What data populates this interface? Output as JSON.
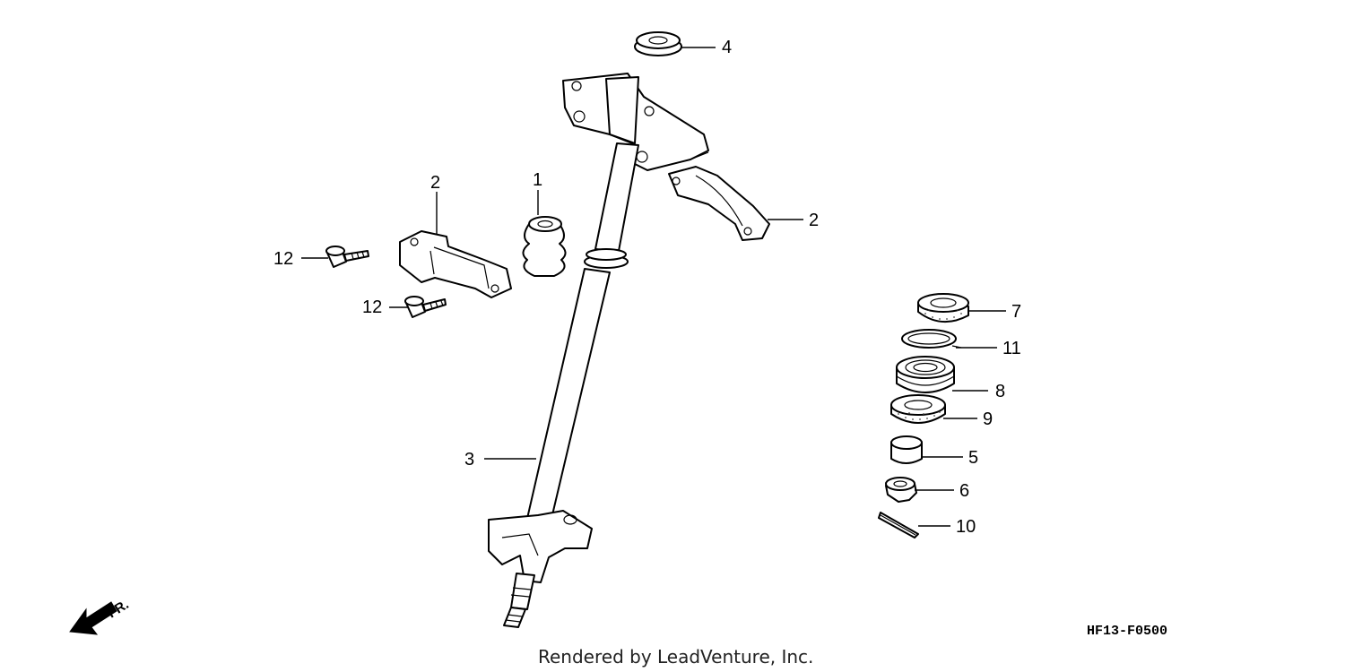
{
  "diagram": {
    "callouts": [
      {
        "id": "c1",
        "label": "1"
      },
      {
        "id": "c2a",
        "label": "2"
      },
      {
        "id": "c2b",
        "label": "2"
      },
      {
        "id": "c3",
        "label": "3"
      },
      {
        "id": "c4",
        "label": "4"
      },
      {
        "id": "c5",
        "label": "5"
      },
      {
        "id": "c6",
        "label": "6"
      },
      {
        "id": "c7",
        "label": "7"
      },
      {
        "id": "c8",
        "label": "8"
      },
      {
        "id": "c9",
        "label": "9"
      },
      {
        "id": "c10",
        "label": "10"
      },
      {
        "id": "c11",
        "label": "11"
      },
      {
        "id": "c12a",
        "label": "12"
      },
      {
        "id": "c12b",
        "label": "12"
      }
    ],
    "front_indicator": "FR.",
    "diagram_code": "HF13-F0500",
    "credit": "Rendered by LeadVenture, Inc."
  }
}
